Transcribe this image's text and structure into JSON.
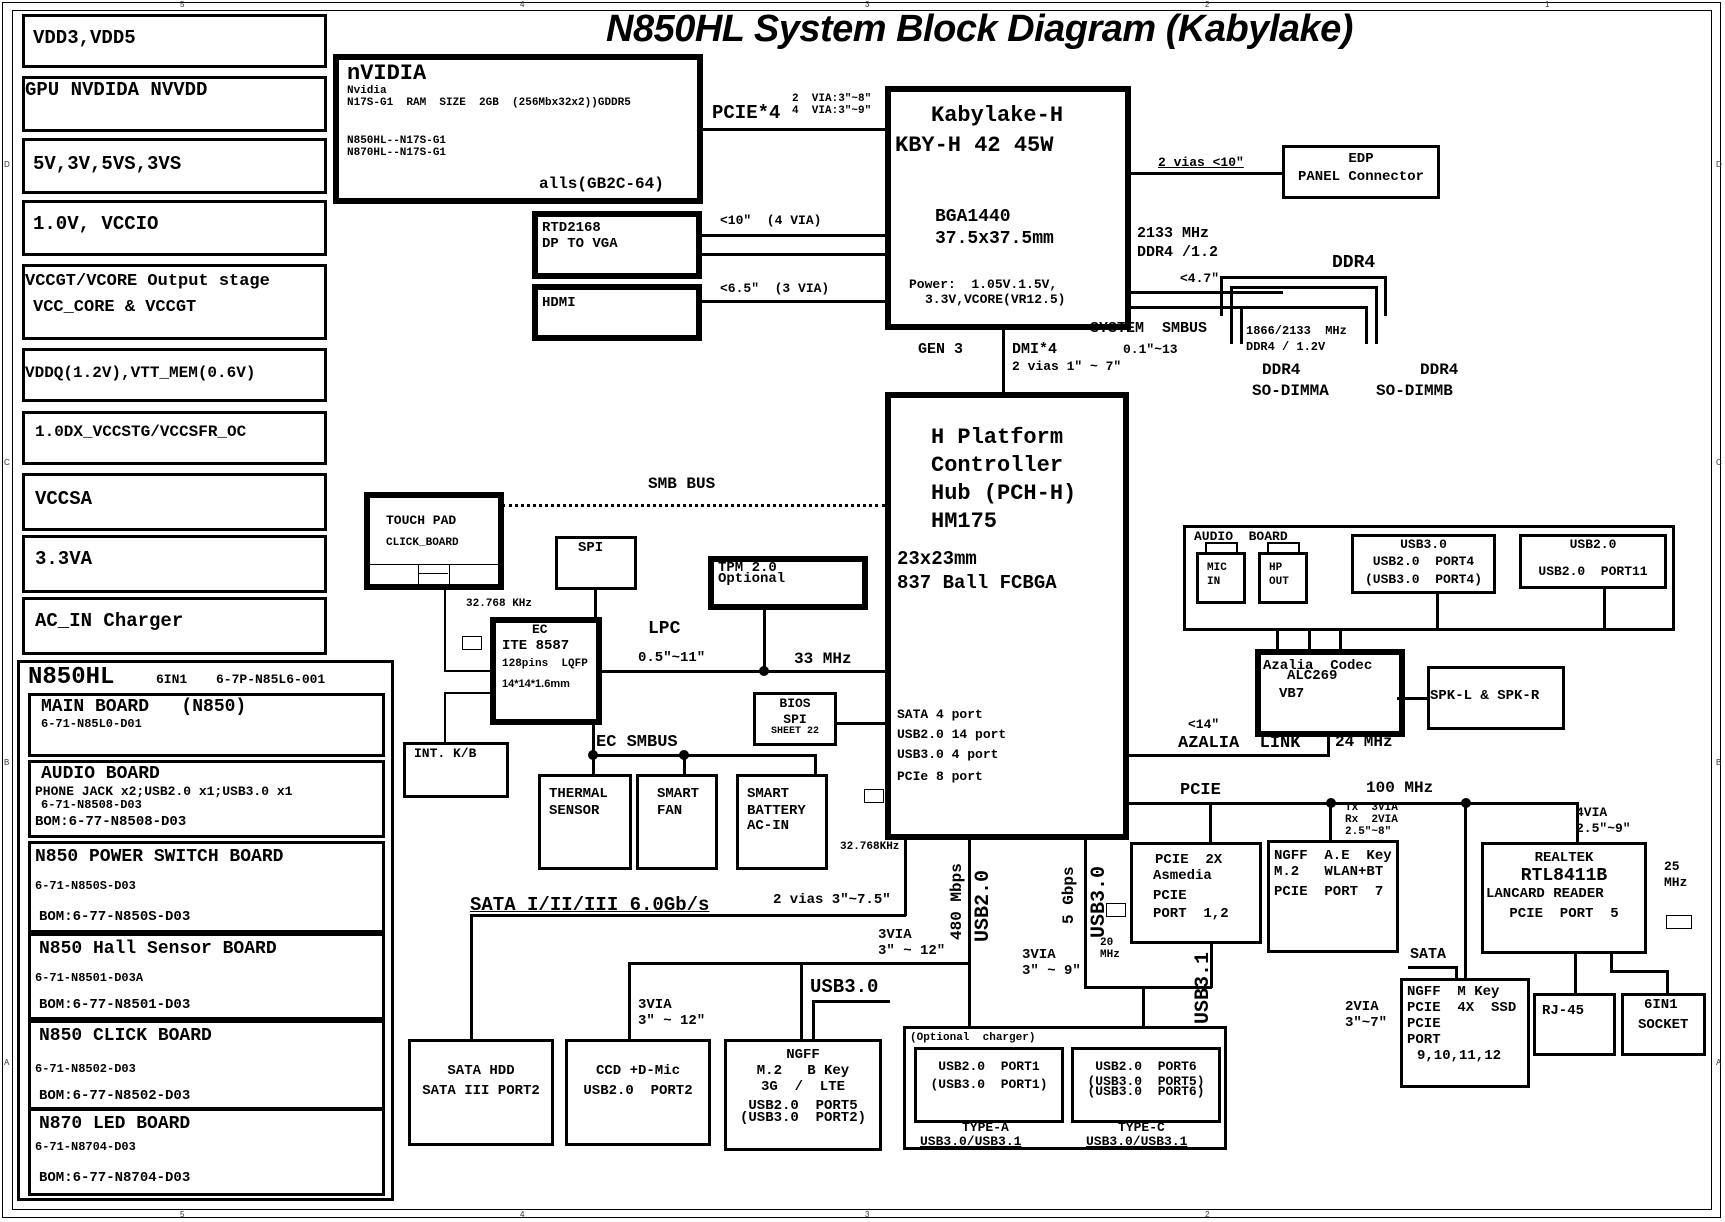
{
  "title": "N850HL System Block Diagram (Kabylake)",
  "frame": {
    "column_markers": [
      "5",
      "4",
      "3",
      "2",
      "1"
    ],
    "row_markers": [
      "D",
      "C",
      "B",
      "A"
    ]
  },
  "power_list": [
    "VDD3,VDD5",
    "GPU NVDIDA NVVDD",
    "5V,3V,5VS,3VS",
    "1.0V, VCCIO",
    "VCCGT/VCORE Output stage",
    "VCC_CORE & VCCGT",
    "VDDQ(1.2V),VTT_MEM(0.6V)",
    "1.0DX_VCCSTG/VCCSFR_OC",
    "VCCSA",
    "3.3VA",
    "AC_IN Charger"
  ],
  "boards": {
    "header": {
      "model": "N850HL",
      "opt": "6IN1",
      "pn": "6-7P-N85L6-001"
    },
    "items": [
      {
        "name": "MAIN BOARD   (N850)",
        "pn": "6-71-N85L0-D01",
        "bom": ""
      },
      {
        "name": "AUDIO BOARD",
        "desc": "PHONE JACK x2;USB2.0 x1;USB3.0 x1",
        "pn": "6-71-N8508-D03",
        "bom": "BOM:6-77-N8508-D03"
      },
      {
        "name": "N850 POWER SWITCH BOARD",
        "pn": "6-71-N850S-D03",
        "bom": "BOM:6-77-N850S-D03"
      },
      {
        "name": "N850 Hall Sensor BOARD",
        "pn": "6-71-N8501-D03A",
        "bom": "BOM:6-77-N8501-D03"
      },
      {
        "name": "N850 CLICK BOARD",
        "pn": "6-71-N8502-D03",
        "bom": "BOM:6-77-N8502-D03"
      },
      {
        "name": "N870 LED BOARD",
        "pn": "6-71-N8704-D03",
        "bom": "BOM:6-77-N8704-D03"
      }
    ]
  },
  "gpu": {
    "title": "nVIDIA",
    "line1": "Nvidia",
    "line2": "N17S-G1  RAM  SIZE  2GB  (256Mbx32x2))GDDR5",
    "line3": "N850HL--N17S-G1",
    "line4": "N870HL--N17S-G1",
    "footer": "alls(GB2C-64)",
    "link_label": "PCIE*4",
    "link_via1": "2  VIA:3\"~8\"",
    "link_via2": "4  VIA:3\"~9\""
  },
  "rtd": {
    "line1": "RTD2168",
    "line2": "DP TO VGA",
    "link": "<10\"  (4 VIA)"
  },
  "hdmi": {
    "label": "HDMI",
    "link": "<6.5\"  (3 VIA)"
  },
  "cpu": {
    "line1": "Kabylake-H",
    "line2": "KBY-H 42 45W",
    "line3": "BGA1440",
    "line4": "37.5x37.5mm",
    "power1": "Power:  1.05V.1.5V,",
    "power2": "3.3V,VCORE(VR12.5)"
  },
  "edp": {
    "line1": "EDP",
    "line2": "PANEL Connector",
    "link": "2 vias <10\""
  },
  "memory": {
    "freq": "2133 MHz",
    "type": "DDR4 /1.2",
    "length": "<4.7\"",
    "smbus": "SYSTEM  SMBUS",
    "smbus_len": "0.1\"~13",
    "label": "DDR4",
    "spec1": "1866/2133  MHz",
    "spec2": "DDR4 / 1.2V",
    "slot_a1": "DDR4",
    "slot_a2": "SO-DIMMA",
    "slot_b1": "DDR4",
    "slot_b2": "SO-DIMMB"
  },
  "dmi": {
    "gen": "GEN 3",
    "label": "DMI*4",
    "vias": "2 vias 1\" ~ 7\""
  },
  "pch": {
    "line1": "H Platform",
    "line2": "Controller",
    "line3": "Hub (PCH-H)",
    "line4": "HM175",
    "line5": "23x23mm",
    "line6": "837 Ball FCBGA",
    "ports": [
      "SATA 4 port",
      "USB2.0 14 port",
      "USB3.0 4 port",
      "PCIe 8 port"
    ],
    "xtal": "32.768KHz"
  },
  "smb_bus": "SMB BUS",
  "touchpad": {
    "line1": "TOUCH PAD",
    "line2": "CLICK_BOARD"
  },
  "spi": "SPI",
  "tpm": {
    "line1": "TPM 2.0",
    "line2": "Optional"
  },
  "ec": {
    "xtal": "32.768 KHz",
    "line1": "EC",
    "line2": "ITE 8587",
    "line3": "128pins  LQFP",
    "line4": "14*14*1.6mm",
    "lpc": "LPC",
    "lpc_len": "0.5\"~11\"",
    "lpc_freq": "33 MHz",
    "smbus": "EC SMBUS"
  },
  "bios": {
    "line1": "BIOS",
    "line2": "SPI",
    "line3": "SHEET 22"
  },
  "kb": "INT. K/B",
  "thermal": {
    "line1": "THERMAL",
    "line2": "SENSOR"
  },
  "fan": {
    "line1": "SMART",
    "line2": "FAN"
  },
  "battery": {
    "line1": "SMART",
    "line2": "BATTERY",
    "line3": "AC-IN"
  },
  "sata": {
    "bus": "SATA I/II/III 6.0Gb/s",
    "vias": "2 vias 3\"~7.5\"",
    "hdd1": "SATA HDD",
    "hdd2": "SATA III PORT2"
  },
  "usb": {
    "usb2_speed": "480 Mbps",
    "usb2_label": "USB2.0",
    "usb3_speed": "5 Gbps",
    "usb3_label": "USB3.0",
    "usb31_label": "USB3.1",
    "via_a1": "3VIA",
    "via_a2": "3\" ~ 12\"",
    "via_b1": "3VIA",
    "via_b2": "3\" ~ 12\"",
    "via_c1": "3VIA",
    "via_c2": "3\" ~ 9\"",
    "usb30_bus": "USB3.0",
    "xtal1": "20",
    "xtal2": "MHz"
  },
  "ccd": {
    "line1": "CCD +D-Mic",
    "line2": "USB2.0  PORT2"
  },
  "ngff_b": {
    "line1": "NGFF",
    "line2": "M.2   B Key",
    "line3": "3G  /  LTE",
    "line4": "USB2.0  PORT5",
    "line5": "(USB3.0  PORT2)"
  },
  "ports_box": {
    "note": "(Optional  charger)",
    "a1": "USB2.0  PORT1",
    "a2": "(USB3.0  PORT1)",
    "c1": "USB2.0  PORT6",
    "c2": "(USB3.0  PORT5)",
    "c3": "(USB3.0  PORT6)",
    "type_a": "TYPE-A",
    "type_a_std": "USB3.0/USB3.1",
    "type_c": "TYPE-C",
    "type_c_std": "USB3.0/USB3.1"
  },
  "audio_board": {
    "title": "AUDIO  BOARD",
    "mic1": "MIC",
    "mic2": "IN",
    "hp1": "HP",
    "hp2": "OUT",
    "usb3_t": "USB3.0",
    "usb3_1": "USB2.0  PORT4",
    "usb3_2": "(USB3.0  PORT4)",
    "usb2_t": "USB2.0",
    "usb2_1": "USB2.0  PORT11"
  },
  "codec": {
    "line1": "Azalia  Codec",
    "line2": "ALC269",
    "line3": "VB7",
    "len": "<14\"",
    "link": "AZALIA  LINK",
    "freq": "24 MHz"
  },
  "speaker": "SPK-L & SPK-R",
  "pcie": {
    "bus": "PCIE",
    "freq": "100 MHz",
    "asm1": "PCIE  2X",
    "asm2": "Asmedia",
    "asm3": "PCIE",
    "asm4": "PORT  1,2",
    "wl_via1": "Tx  3VIA",
    "wl_via2": "Rx  2VIA",
    "wl_via3": "2.5\"~8\"",
    "wl1": "NGFF  A.E  Key",
    "wl2": "M.2   WLAN+BT",
    "wl3": "PCIE  PORT  7",
    "lan_via1": "4VIA",
    "lan_via2": "2.5\"~9\"",
    "lan1": "REALTEK",
    "lan2": "RTL8411B",
    "lan3": "LANCARD READER",
    "lan4": "PCIE  PORT  5",
    "lan_xtal1": "25",
    "lan_xtal2": "MHz",
    "sata": "SATA",
    "ssd_via1": "2VIA",
    "ssd_via2": "3\"~7\"",
    "ssd1": "NGFF  M Key",
    "ssd2": "PCIE  4X  SSD",
    "ssd3": "PCIE",
    "ssd4": "PORT",
    "ssd5": "9,10,11,12",
    "rj45": "RJ-45",
    "sd1": "6IN1",
    "sd2": "SOCKET"
  }
}
